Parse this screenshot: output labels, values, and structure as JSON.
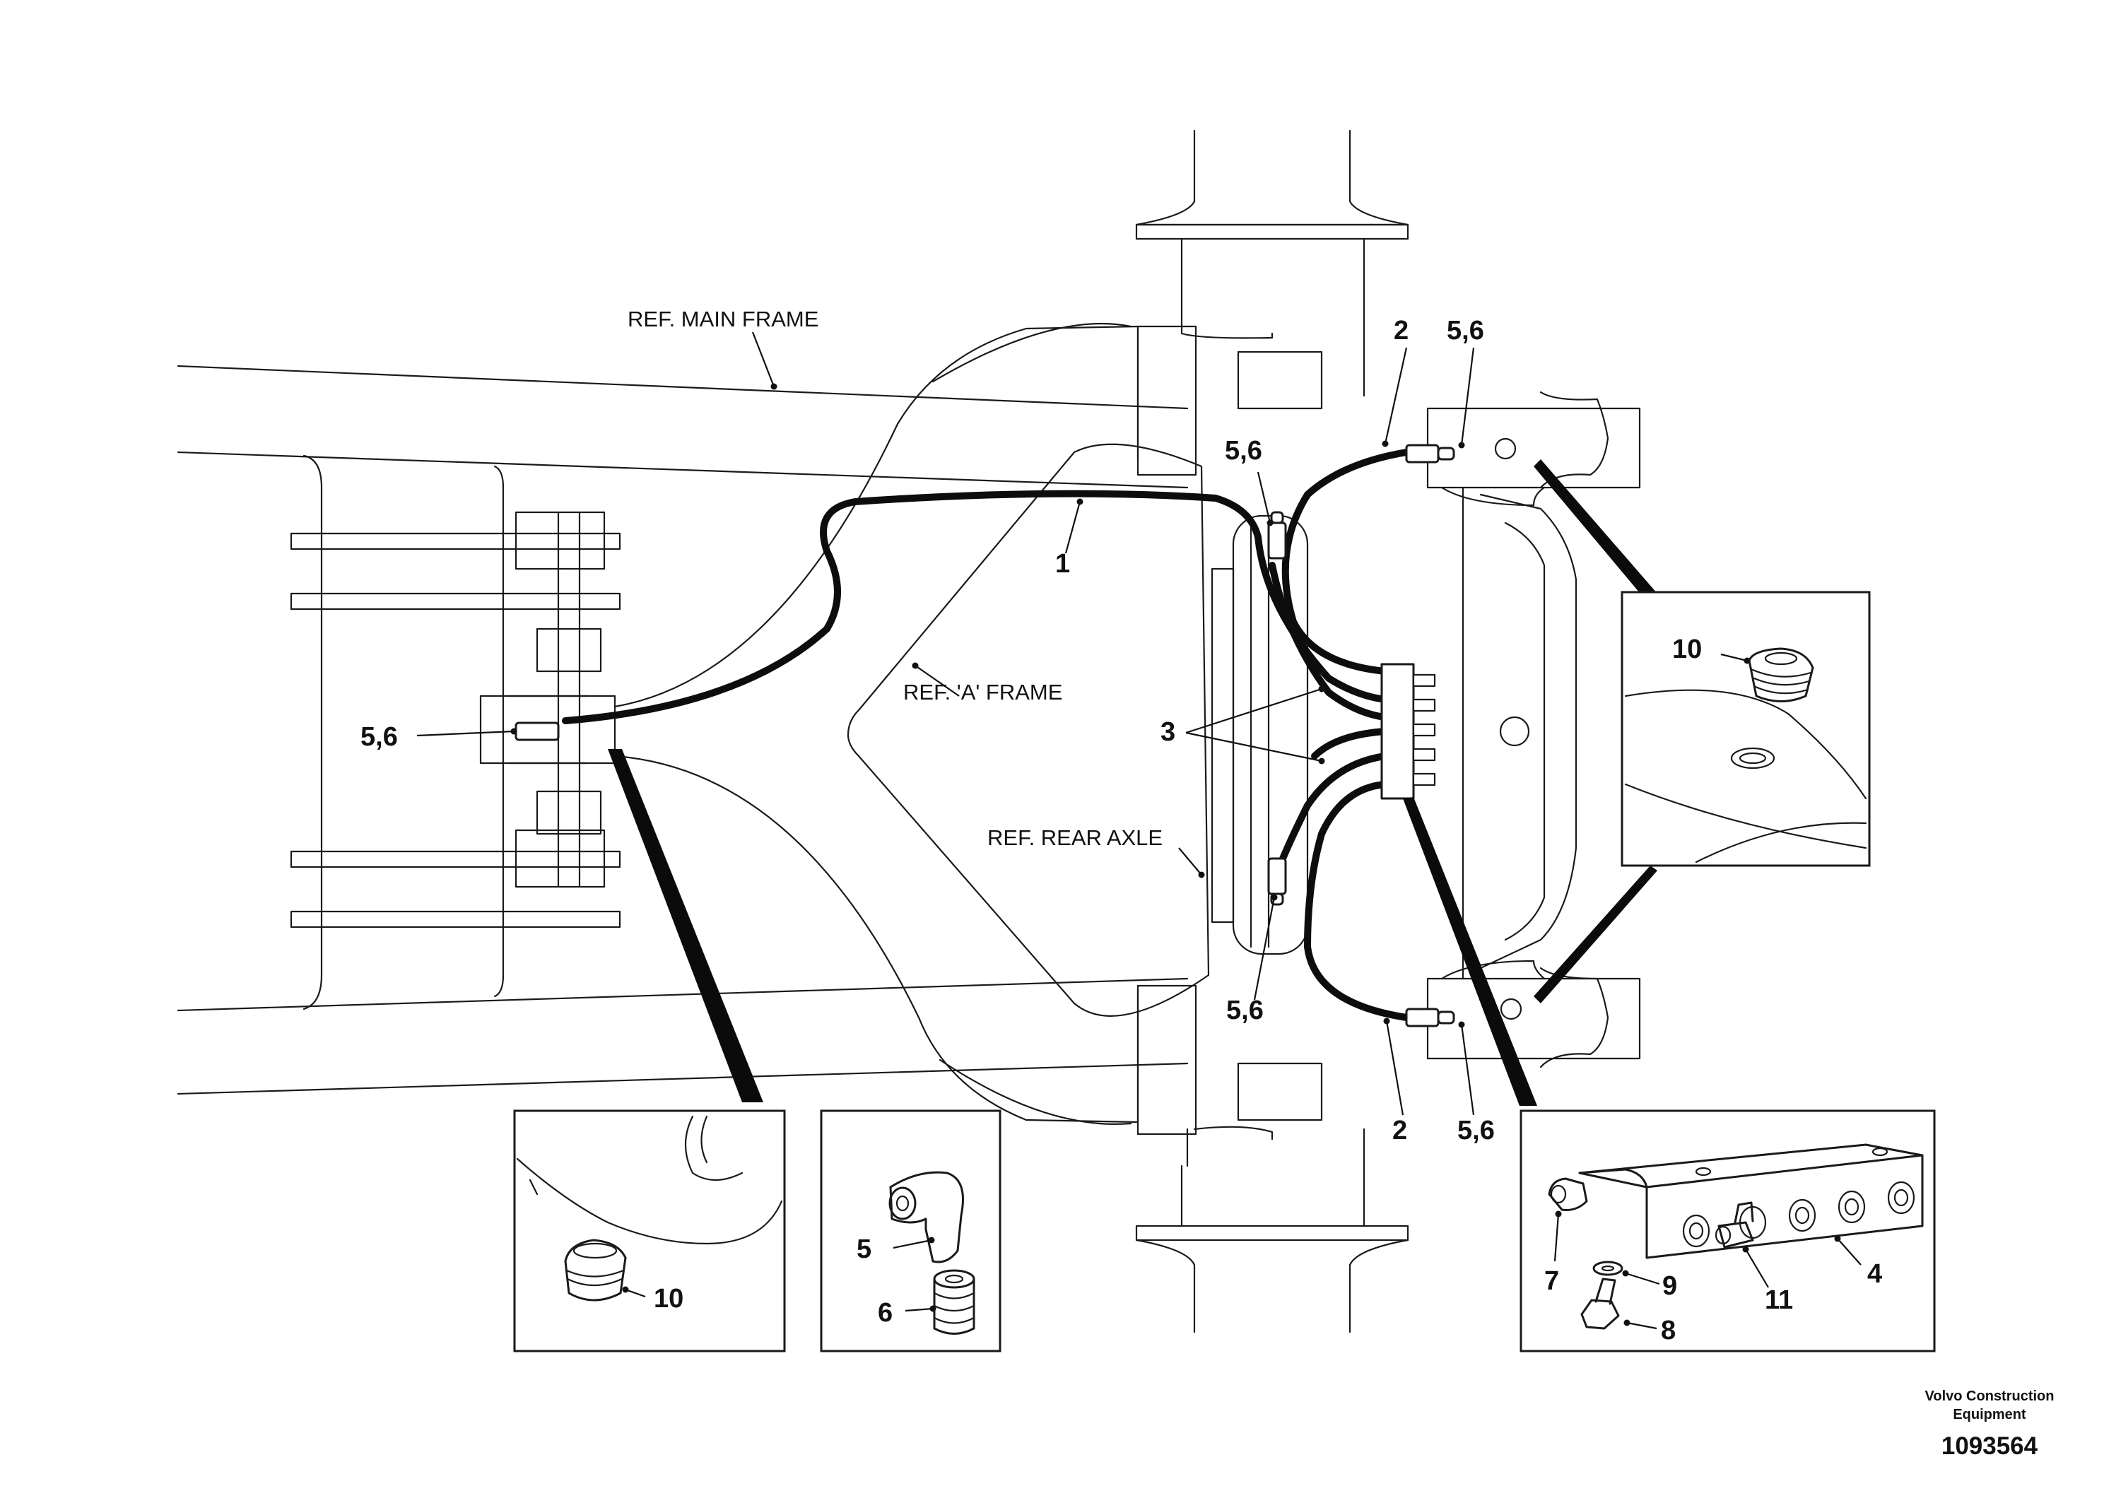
{
  "labels": {
    "ref_main_frame": "REF. MAIN FRAME",
    "ref_a_frame": "REF. 'A' FRAME",
    "ref_rear_axle": "REF. REAR AXLE",
    "part_1": "1",
    "part_2_top": "2",
    "part_2_bottom": "2",
    "part_3": "3",
    "part_4": "4",
    "part_5": "5",
    "part_6": "6",
    "part_7": "7",
    "part_8": "8",
    "part_9": "9",
    "part_10_right": "10",
    "part_10_left": "10",
    "part_11": "11",
    "part_56_left": "5,6",
    "part_56_center_top": "5,6",
    "part_56_top_right": "5,6",
    "part_56_center_bottom": "5,6",
    "part_56_bottom_right": "5,6"
  },
  "footer": {
    "brand_line1": "Volvo Construction",
    "brand_line2": "Equipment",
    "doc_id": "1093564"
  }
}
